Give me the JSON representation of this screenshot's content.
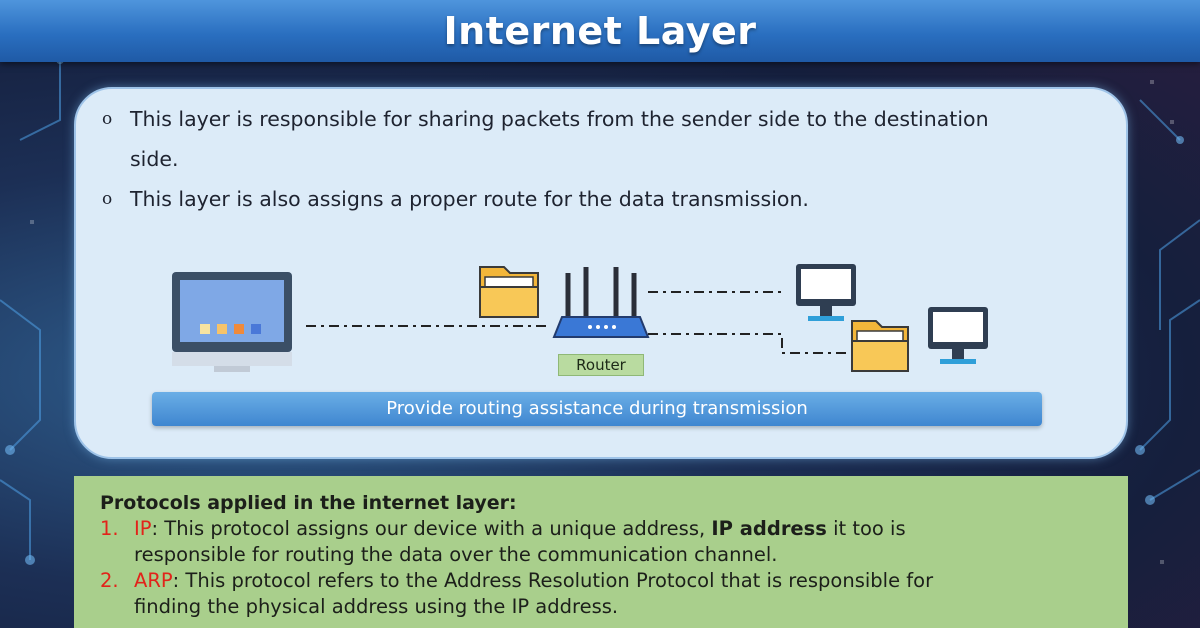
{
  "header": {
    "title": "Internet Layer"
  },
  "card": {
    "bullet_mark": "o",
    "bullets": [
      {
        "line1": "This layer is responsible for sharing packets from the sender side to the destination",
        "line2": "side."
      },
      {
        "line1": "This layer is also assigns a proper route for the data transmission."
      }
    ],
    "router_label": "Router",
    "routing_caption": "Provide routing assistance during transmission"
  },
  "protocols": {
    "heading": "Protocols applied in the internet layer:",
    "items": [
      {
        "number": "1.",
        "keyword": "IP",
        "text_a": ": This protocol assigns our device with a unique address, ",
        "emphasis": "IP address",
        "text_b": " it too is",
        "line2": "responsible for routing the data over the communication channel."
      },
      {
        "number": "2.",
        "keyword": "ARP",
        "text_a": ": This protocol refers to the Address Resolution Protocol that is responsible for",
        "line2": "finding the physical address using the IP address."
      }
    ]
  },
  "colors": {
    "title_bar": "#2a6fc0",
    "card_bg": "#dcebf8",
    "router_label_bg": "#b9dba0",
    "routing_bar": "#3f86d0",
    "protocols_bg": "#a9cf8c",
    "protocol_keyword": "#e2231a"
  },
  "icons": [
    "desktop-monitor-icon",
    "folder-icon",
    "router-icon",
    "client-monitor-icon"
  ]
}
